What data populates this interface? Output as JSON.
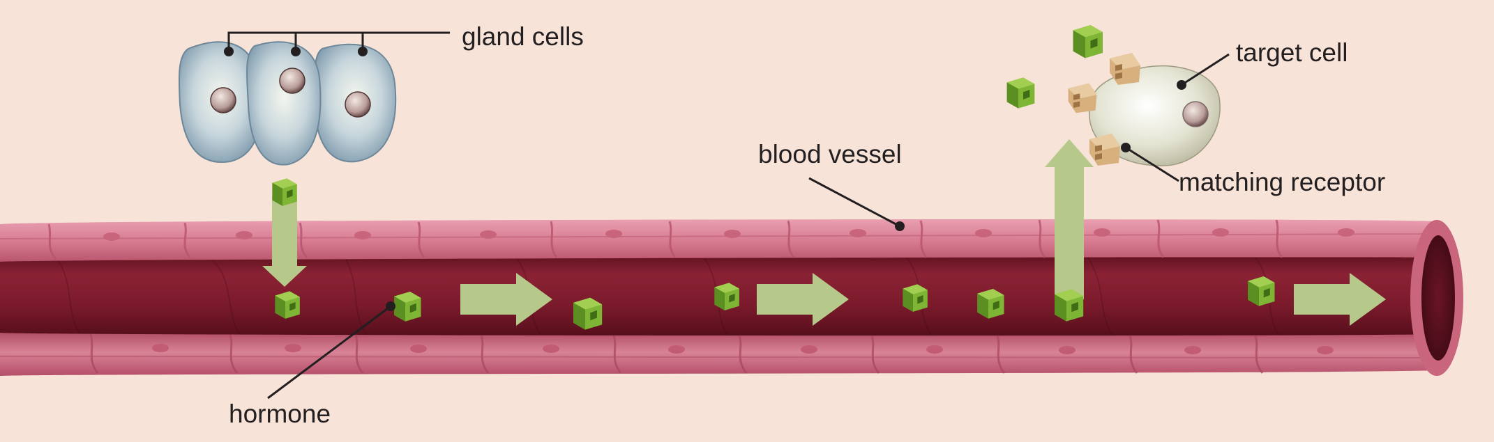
{
  "labels": {
    "gland_cells": "gland cells",
    "target_cell": "target cell",
    "blood_vessel": "blood vessel",
    "matching_receptor": "matching receptor",
    "hormone": "hormone"
  },
  "colors": {
    "background": "#f7e3d7",
    "vessel_wall": "#d47b8f",
    "vessel_lumen": "#7c1c2c",
    "hormone": "#7fb535",
    "flow_arrow": "#b7c98a",
    "receptor": "#d8b07e",
    "gland_cell": "#bfd1dc",
    "target_cell": "#e6e6d5"
  }
}
